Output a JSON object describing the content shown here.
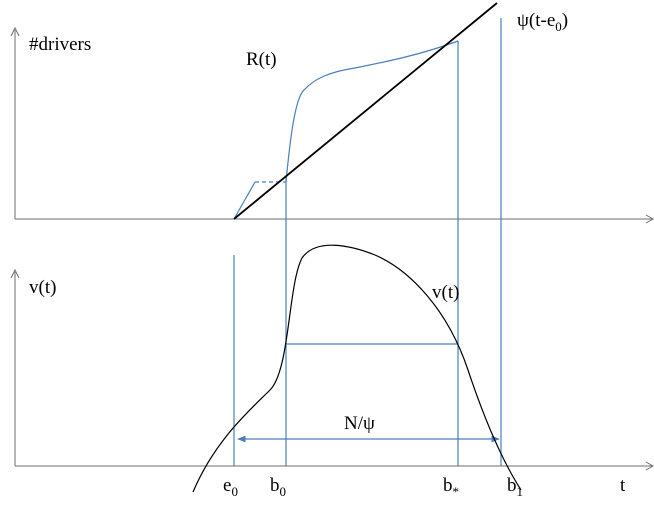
{
  "labels": {
    "top_ylabel": "#drivers",
    "rt": "R(t)",
    "psi_main": "ψ(t-e",
    "psi_sub": "0",
    "psi_close": ")",
    "bottom_ylabel": "v(t)",
    "vt": "v(t)",
    "n_psi": "N/ψ",
    "t": "t",
    "ticks": [
      {
        "main": "e",
        "sub": "0"
      },
      {
        "main": "b",
        "sub": "0"
      },
      {
        "main": "b",
        "sub": "*"
      },
      {
        "main": "b",
        "sub": "1"
      }
    ]
  },
  "colors": {
    "axis": "#6e6e6e",
    "blue": "#4a7ebb",
    "black": "#000000"
  }
}
